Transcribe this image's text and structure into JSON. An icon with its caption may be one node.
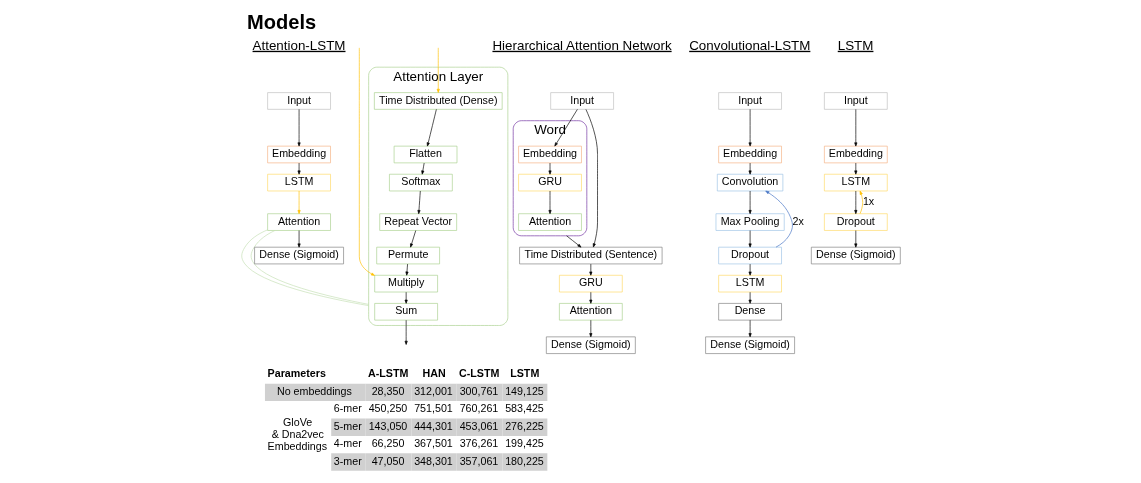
{
  "diagram": {
    "title": "Models",
    "nodes": [
      {
        "text": [
          "Attention Layer"
        ]
      },
      {
        "text": [
          "Time Distributed (Dense)"
        ],
        "in": 0
      },
      {
        "text": [
          "Flatten"
        ],
        "in": 0
      },
      {
        "text": [
          "Softmax"
        ],
        "in": 0
      },
      {
        "text": [
          "Repeat Vector"
        ],
        "in": 0
      },
      {
        "text": [
          "Permute"
        ],
        "in": 0
      },
      {
        "text": [
          "Multiply"
        ],
        "in": 0
      },
      {
        "text": [
          "Sum"
        ],
        "in": 0
      },
      {
        "text": [
          "Input"
        ]
      },
      {
        "text": [
          "Embedding"
        ]
      },
      {
        "text": [
          "LSTM"
        ]
      },
      {
        "text": [
          "Attention"
        ]
      },
      {
        "text": [
          "Dense (Sigmoid)"
        ]
      },
      {
        "text": [
          "Input"
        ]
      },
      {
        "text": [
          "Word"
        ]
      },
      {
        "text": [
          "Embedding"
        ],
        "in": 14
      },
      {
        "text": [
          "GRU"
        ],
        "in": 14
      },
      {
        "text": [
          "Attention"
        ],
        "in": 14
      },
      {
        "text": [
          "Time Distributed (Sentence)"
        ]
      },
      {
        "text": [
          "GRU"
        ]
      },
      {
        "text": [
          "Attention"
        ]
      },
      {
        "text": [
          "Dense (Sigmoid)"
        ]
      },
      {
        "text": [
          "Input"
        ]
      },
      {
        "text": [
          "Embedding"
        ]
      },
      {
        "text": [
          "Convolution"
        ]
      },
      {
        "text": [
          "Max Pooling"
        ]
      },
      {
        "text": [
          "Dropout"
        ]
      },
      {
        "text": [
          "LSTM"
        ]
      },
      {
        "text": [
          "Dense"
        ]
      },
      {
        "text": [
          "Dense (Sigmoid)"
        ]
      },
      {
        "text": [
          "Input"
        ]
      },
      {
        "text": [
          "Embedding"
        ]
      },
      {
        "text": [
          "LSTM"
        ]
      },
      {
        "text": [
          "Dropout"
        ]
      },
      {
        "text": [
          "Dense (Sigmoid)"
        ]
      }
    ],
    "edges": [
      {
        "from": null,
        "to": 1,
        "arrow": "to",
        "color": "#ffc000"
      },
      {
        "from": null,
        "to": 6,
        "arrow": "to",
        "color": "#ffc000"
      },
      {
        "from": 1,
        "to": 2,
        "arrow": "to"
      },
      {
        "from": 2,
        "to": 3,
        "arrow": "to"
      },
      {
        "from": 3,
        "to": 4,
        "arrow": "to"
      },
      {
        "from": 4,
        "to": 5,
        "arrow": "to"
      },
      {
        "from": 5,
        "to": 6,
        "arrow": "to"
      },
      {
        "from": 6,
        "to": 7,
        "arrow": "to"
      },
      {
        "from": 7,
        "to": null,
        "arrow": "to"
      },
      {
        "from": 0,
        "to": 11,
        "arrow": "none",
        "color": "#c5e0b4"
      },
      {
        "from": 0,
        "to": 11,
        "arrow": "none",
        "color": "#c5e0b4"
      },
      {
        "from": 8,
        "to": 9,
        "arrow": "to"
      },
      {
        "from": 9,
        "to": 10,
        "arrow": "to"
      },
      {
        "from": 10,
        "to": 11,
        "arrow": "to",
        "color": "#ffc000"
      },
      {
        "from": 11,
        "to": 12,
        "arrow": "to"
      },
      {
        "from": 13,
        "to": 15,
        "arrow": "to"
      },
      {
        "from": 15,
        "to": 16,
        "arrow": "to"
      },
      {
        "from": 16,
        "to": 17,
        "arrow": "to"
      },
      {
        "from": 13,
        "to": 18,
        "arrow": "to"
      },
      {
        "from": 14,
        "to": 18,
        "arrow": "to"
      },
      {
        "from": 18,
        "to": 19,
        "arrow": "to"
      },
      {
        "from": 19,
        "to": 20,
        "arrow": "to"
      },
      {
        "from": 20,
        "to": 21,
        "arrow": "to"
      },
      {
        "from": 22,
        "to": 23,
        "arrow": "to"
      },
      {
        "from": 23,
        "to": 24,
        "arrow": "to"
      },
      {
        "from": 24,
        "to": 25,
        "arrow": "to"
      },
      {
        "from": 25,
        "to": 26,
        "arrow": "to"
      },
      {
        "from": 26,
        "to": 24,
        "arrow": "to",
        "label": "2x",
        "color": "#4472c4"
      },
      {
        "from": 26,
        "to": 27,
        "arrow": "to"
      },
      {
        "from": 27,
        "to": 28,
        "arrow": "to"
      },
      {
        "from": 28,
        "to": 29,
        "arrow": "to"
      },
      {
        "from": 30,
        "to": 31,
        "arrow": "to"
      },
      {
        "from": 31,
        "to": 32,
        "arrow": "to"
      },
      {
        "from": 32,
        "to": 33,
        "arrow": "to"
      },
      {
        "from": 33,
        "to": 32,
        "arrow": "to",
        "label": "1x",
        "color": "#ffc000"
      },
      {
        "from": 33,
        "to": 34,
        "arrow": "to"
      }
    ],
    "labels": [
      "Attention-LSTM",
      "Hierarchical Attention Network",
      "Convolutional-LSTM",
      "LSTM",
      "Parameters",
      "A-LSTM",
      "HAN",
      "C-LSTM",
      "LSTM",
      "No embeddings",
      "28,350",
      "312,001",
      "300,761",
      "149,125",
      "GloVe & Dna2vec Embeddings",
      "6-mer",
      "450,250",
      "751,501",
      "760,261",
      "583,425",
      "5-mer",
      "143,050",
      "444,301",
      "453,061",
      "276,225",
      "4-mer",
      "66,250",
      "367,501",
      "376,261",
      "199,425",
      "3-mer",
      "47,050",
      "348,301",
      "357,061",
      "180,225"
    ]
  }
}
